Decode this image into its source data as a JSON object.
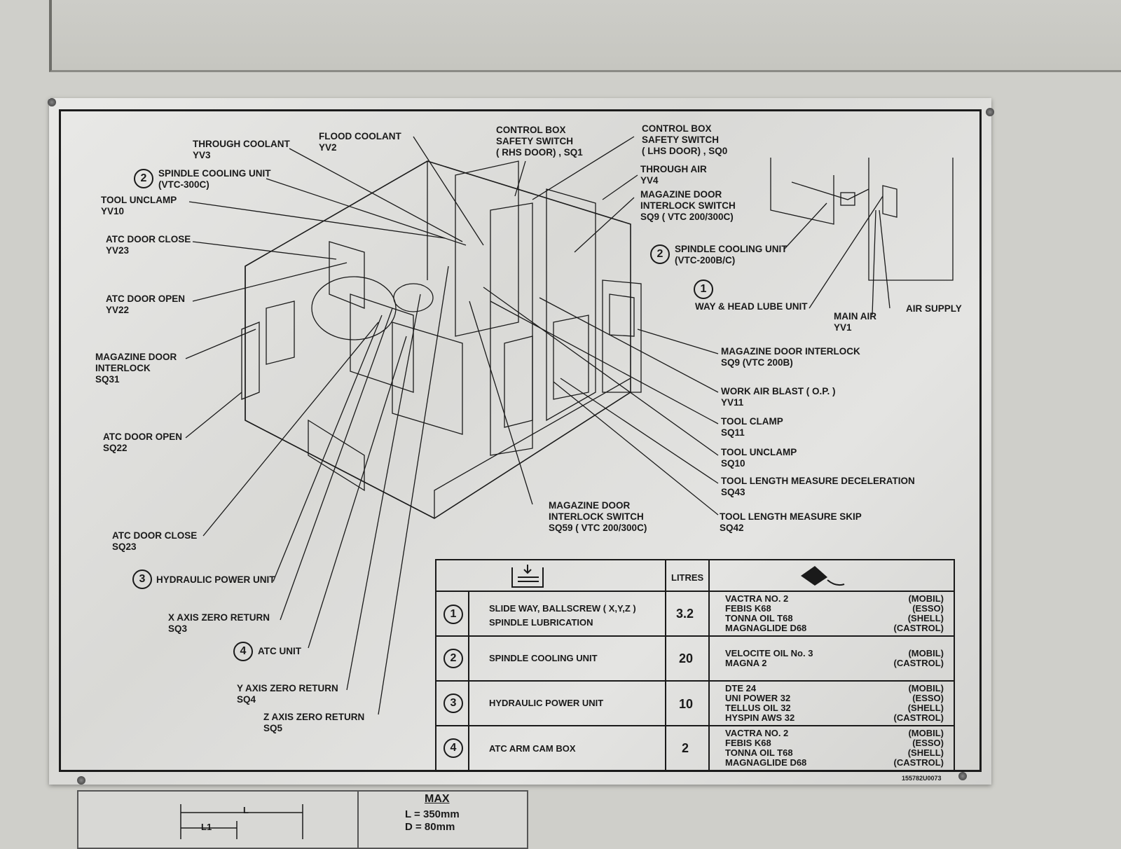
{
  "labels": {
    "through_coolant": [
      "THROUGH COOLANT",
      "YV3"
    ],
    "flood_coolant": [
      "FLOOD COOLANT",
      "YV2"
    ],
    "control_rhs": [
      "CONTROL BOX",
      "SAFETY SWITCH",
      "( RHS DOOR) , SQ1"
    ],
    "control_lhs": [
      "CONTROL BOX",
      "SAFETY SWITCH",
      "( LHS DOOR) , SQ0"
    ],
    "spindle_cool_300": [
      "SPINDLE COOLING UNIT",
      "(VTC-300C)"
    ],
    "through_air": [
      "THROUGH AIR",
      "YV4"
    ],
    "tool_unclamp_yv10": [
      "TOOL UNCLAMP",
      "YV10"
    ],
    "mag_door_sq9": [
      "MAGAZINE DOOR",
      "INTERLOCK SWITCH",
      "SQ9 ( VTC 200/300C)"
    ],
    "atc_close_yv23": [
      "ATC DOOR CLOSE",
      "YV23"
    ],
    "spindle_cool_200": [
      "SPINDLE COOLING UNIT",
      "(VTC-200B/C)"
    ],
    "atc_open_yv22": [
      "ATC DOOR OPEN",
      "YV22"
    ],
    "way_lube": [
      "WAY & HEAD LUBE UNIT"
    ],
    "main_air": [
      "MAIN AIR",
      "YV1"
    ],
    "air_supply": [
      "AIR SUPPLY"
    ],
    "mag_door_sq31": [
      "MAGAZINE DOOR",
      "INTERLOCK",
      "SQ31"
    ],
    "mag_interlock_sq9b": [
      "MAGAZINE DOOR INTERLOCK",
      "SQ9 (VTC 200B)"
    ],
    "work_air_blast": [
      "WORK AIR BLAST ( O.P. )",
      "YV11"
    ],
    "tool_clamp": [
      "TOOL CLAMP",
      "SQ11"
    ],
    "atc_open_sq22": [
      "ATC DOOR OPEN",
      "SQ22"
    ],
    "tool_unclamp_sq10": [
      "TOOL UNCLAMP",
      "SQ10"
    ],
    "tlm_decel": [
      "TOOL LENGTH MEASURE DECELERATION",
      "SQ43"
    ],
    "mag_door_sq59": [
      "MAGAZINE DOOR",
      "INTERLOCK SWITCH",
      "SQ59 ( VTC 200/300C)"
    ],
    "tlm_skip": [
      "TOOL LENGTH MEASURE SKIP",
      "SQ42"
    ],
    "atc_close_sq23": [
      "ATC DOOR CLOSE",
      "SQ23"
    ],
    "hydraulic": [
      "HYDRAULIC POWER UNIT"
    ],
    "x_zero": [
      "X AXIS ZERO RETURN",
      "SQ3"
    ],
    "atc_unit": [
      "ATC UNIT"
    ],
    "y_zero": [
      "Y AXIS ZERO RETURN",
      "SQ4"
    ],
    "z_zero": [
      "Z AXIS ZERO RETURN",
      "SQ5"
    ]
  },
  "circle_numbers": {
    "one": "1",
    "two": "2",
    "three": "3",
    "four": "4"
  },
  "table": {
    "header_litres": "LITRES",
    "rows": [
      {
        "num": "1",
        "item": [
          "SLIDE WAY, BALLSCREW ( X,Y,Z )",
          "SPINDLE LUBRICATION"
        ],
        "litres": "3.2",
        "oils": [
          [
            "VACTRA NO. 2",
            "(MOBIL)"
          ],
          [
            "FEBIS K68",
            "(ESSO)"
          ],
          [
            "TONNA OIL T68",
            "(SHELL)"
          ],
          [
            "MAGNAGLIDE D68",
            "(CASTROL)"
          ]
        ]
      },
      {
        "num": "2",
        "item": [
          "SPINDLE COOLING UNIT"
        ],
        "litres": "20",
        "oils": [
          [
            "VELOCITE OIL No. 3",
            "(MOBIL)"
          ],
          [
            "MAGNA 2",
            "(CASTROL)"
          ]
        ]
      },
      {
        "num": "3",
        "item": [
          "HYDRAULIC POWER UNIT"
        ],
        "litres": "10",
        "oils": [
          [
            "DTE 24",
            "(MOBIL)"
          ],
          [
            "UNI POWER 32",
            "(ESSO)"
          ],
          [
            "TELLUS OIL 32",
            "(SHELL)"
          ],
          [
            "HYSPIN AWS 32",
            "(CASTROL)"
          ]
        ]
      },
      {
        "num": "4",
        "item": [
          "ATC ARM CAM BOX"
        ],
        "litres": "2",
        "oils": [
          [
            "VACTRA NO. 2",
            "(MOBIL)"
          ],
          [
            "FEBIS K68",
            "(ESSO)"
          ],
          [
            "TONNA OIL T68",
            "(SHELL)"
          ],
          [
            "MAGNAGLIDE D68",
            "(CASTROL)"
          ]
        ]
      }
    ]
  },
  "part_number": "155782U0073",
  "lower_plate": {
    "max": "MAX",
    "l_value": "L  =  350mm",
    "d_value": "D  =   80mm",
    "dim_l": "L",
    "dim_l1": "L1"
  }
}
